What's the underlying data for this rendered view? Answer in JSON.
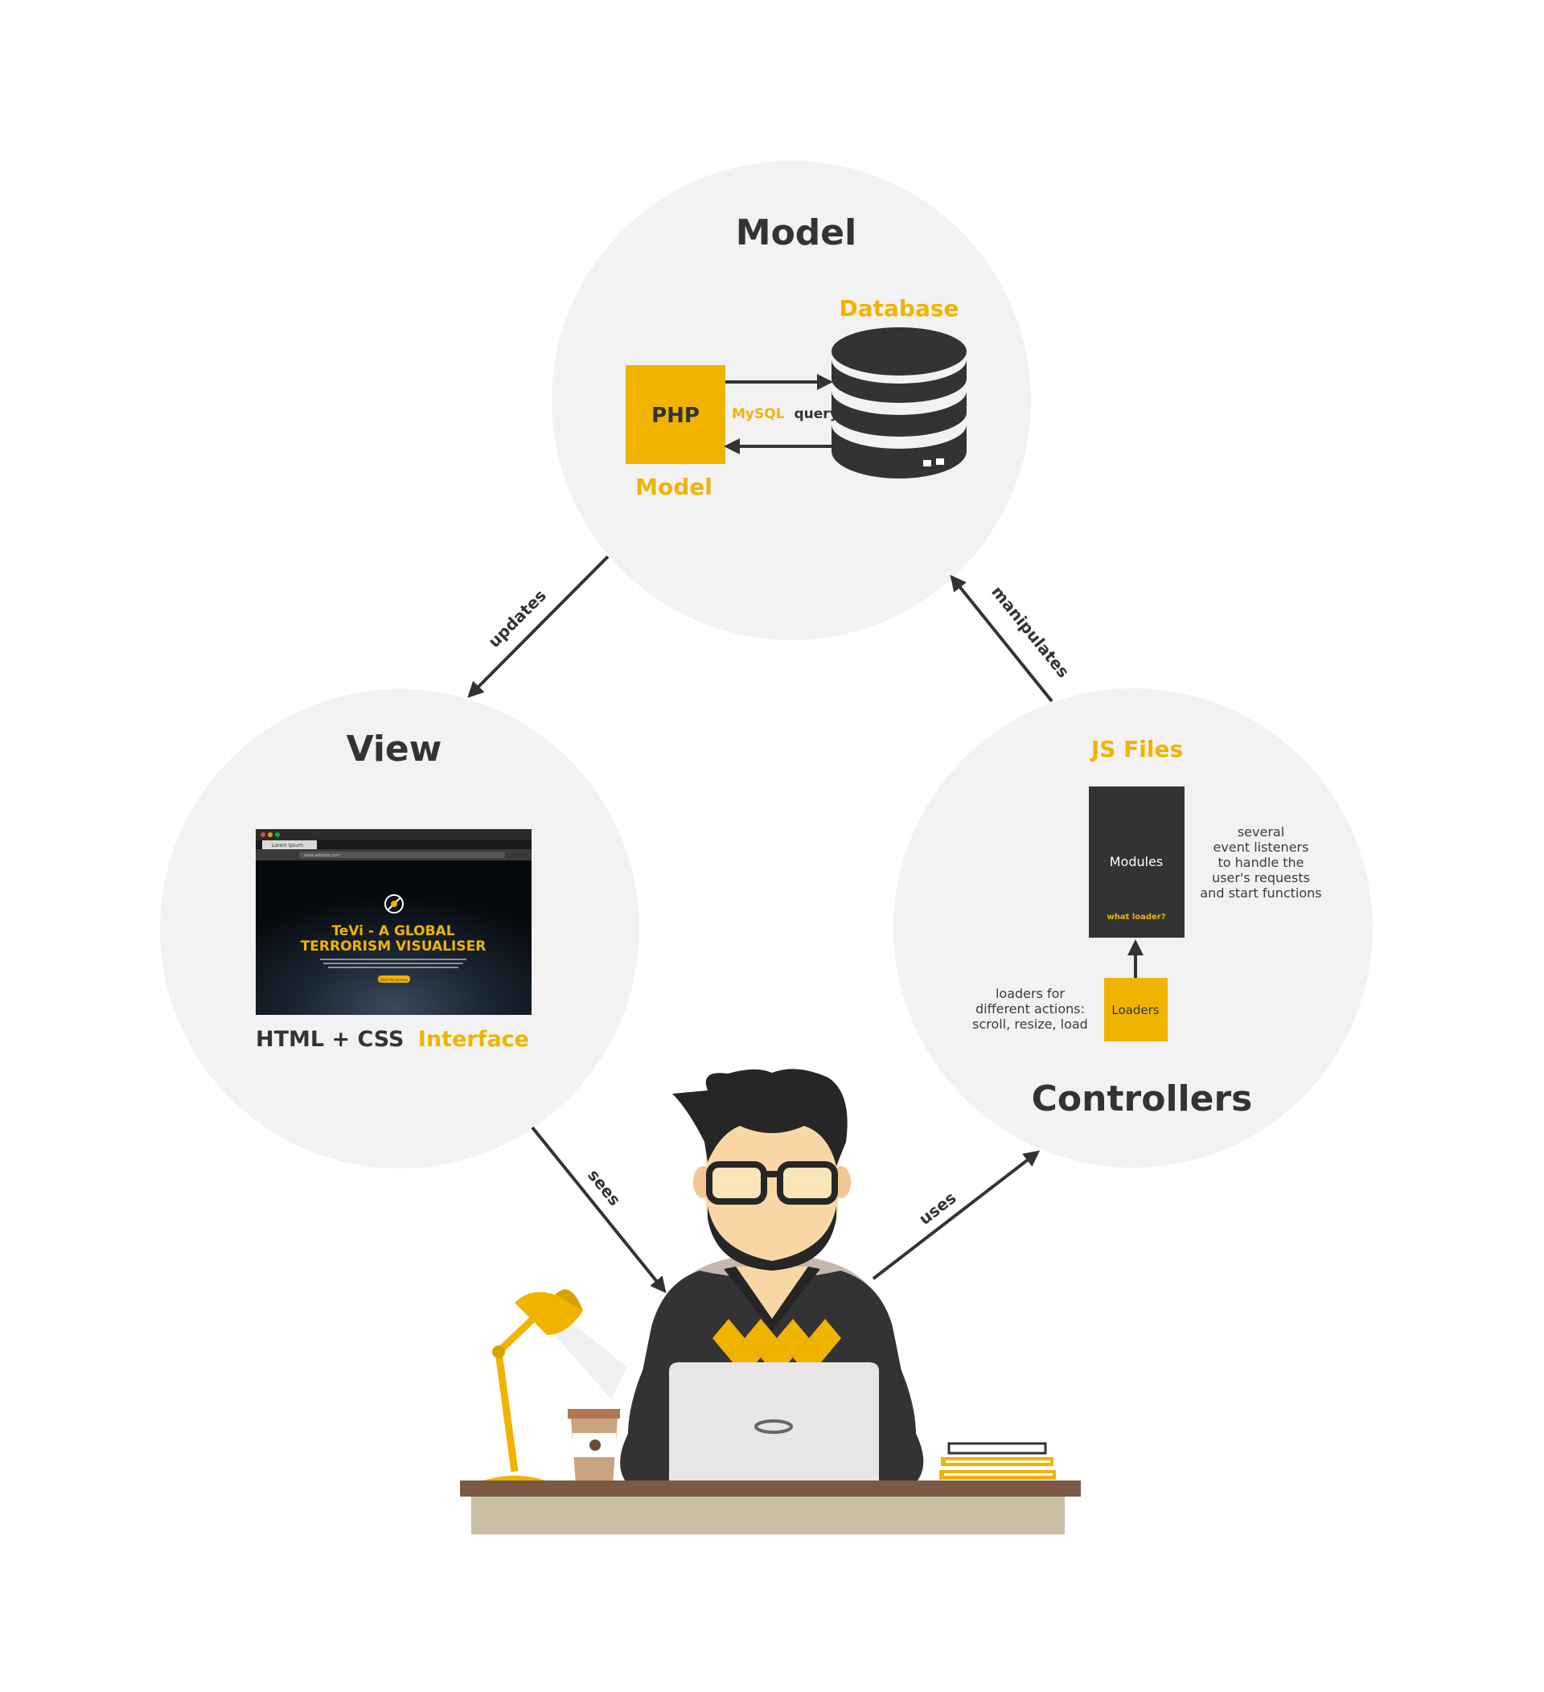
{
  "colors": {
    "accent": "#f0b400",
    "dark": "#333333",
    "circle": "#f2f2f2"
  },
  "model": {
    "title": "Model",
    "database_label": "Database",
    "php_label": "PHP",
    "php_caption": "Model",
    "query_prefix": "MySQL",
    "query_suffix": "query"
  },
  "view": {
    "title": "View",
    "caption_prefix": "HTML + CSS",
    "caption_suffix": "Interface",
    "browser_tab": "Lorem Ipsum",
    "browser_url": "www.website.com",
    "site_title_line1": "TeVi - A GLOBAL",
    "site_title_line2": "TERRORISM VISUALISER",
    "site_button": "Start the Journey"
  },
  "controllers": {
    "title": "Controllers",
    "js_files_label": "JS Files",
    "modules_label": "Modules",
    "modules_note": "what loader?",
    "modules_desc": [
      "several",
      "event listeners",
      "to handle the",
      "user's requests",
      "and start functions"
    ],
    "loaders_label": "Loaders",
    "loaders_desc": [
      "loaders for",
      "different actions:",
      "scroll, resize, load"
    ]
  },
  "arrows": {
    "updates": "updates",
    "manipulates": "manipulates",
    "sees": "sees",
    "uses": "uses"
  }
}
